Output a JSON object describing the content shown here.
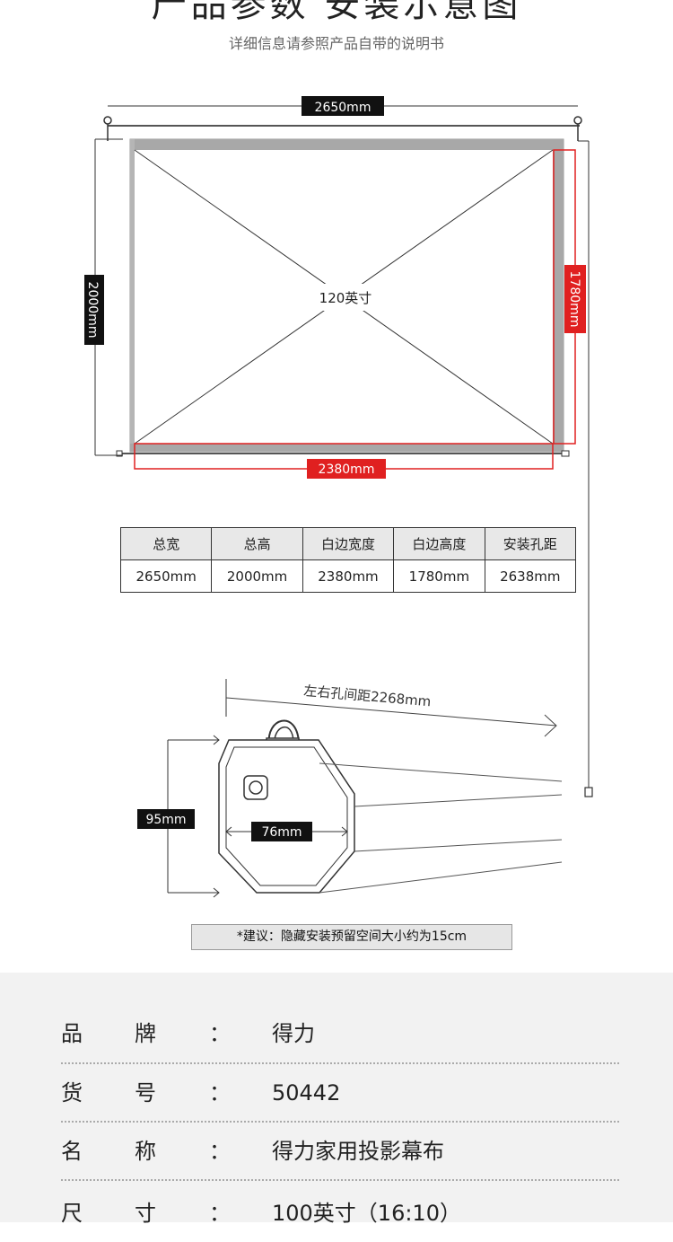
{
  "header": {
    "title": "产品参数 安装示意图",
    "subtitle": "详细信息请参照产品自带的说明书"
  },
  "diagram": {
    "total_width_label": "2650mm",
    "total_height_label": "2000mm",
    "screen_size_label": "120英寸",
    "white_height_label": "1780mm",
    "white_width_label": "2380mm",
    "hole_spacing_label": "左右孔间距2268mm",
    "case_height_label": "95mm",
    "case_width_label": "76mm",
    "highlight_color": "#e02020"
  },
  "dims_table": {
    "headers": [
      "总宽",
      "总高",
      "白边宽度",
      "白边高度",
      "安装孔距"
    ],
    "values": [
      "2650mm",
      "2000mm",
      "2380mm",
      "1780mm",
      "2638mm"
    ]
  },
  "note": "*建议：隐藏安装预留空间大小约为15cm",
  "specs": [
    {
      "k1": "品",
      "k2": "牌",
      "colon": "：",
      "value": "得力"
    },
    {
      "k1": "货",
      "k2": "号",
      "colon": "：",
      "value": "50442"
    },
    {
      "k1": "名",
      "k2": "称",
      "colon": "：",
      "value": "得力家用投影幕布"
    },
    {
      "k1": "尺",
      "k2": "寸",
      "colon": "：",
      "value": "100英寸（16:10）"
    }
  ]
}
